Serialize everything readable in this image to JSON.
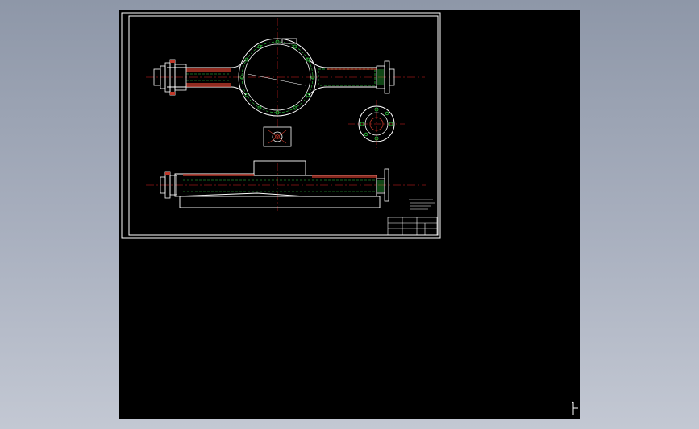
{
  "viewer": {
    "background": "#000000",
    "sheet_border_color": "#ffffff",
    "colors": {
      "outline": "#ffffff",
      "section": "#c0392b",
      "centerline": "#e02020",
      "hidden": "#2ecc40",
      "bolt": "#2ecc40"
    }
  },
  "drawing": {
    "icon": "ucs-axis-icon",
    "views": [
      "front-section-view",
      "top-view",
      "flange-detail-view",
      "bracket-detail-view",
      "title-block"
    ]
  }
}
